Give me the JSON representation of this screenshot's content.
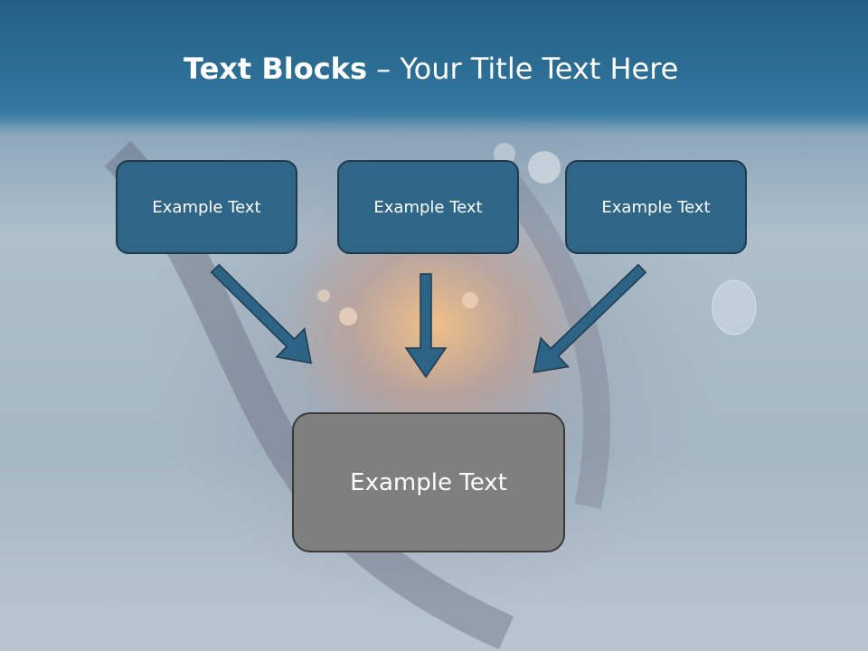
{
  "title": {
    "bold": "Text Blocks",
    "rest": " – Your Title Text Here"
  },
  "blocks": [
    {
      "label": "Example Text"
    },
    {
      "label": "Example Text"
    },
    {
      "label": "Example Text"
    }
  ],
  "center_block": {
    "label": "Example Text"
  },
  "colors": {
    "header": "#2b6a8e",
    "block_fill": "#2f6688",
    "block_border": "#1e3a4e",
    "center_fill": "#7f7f7f",
    "arrow_fill": "#2d6385"
  }
}
